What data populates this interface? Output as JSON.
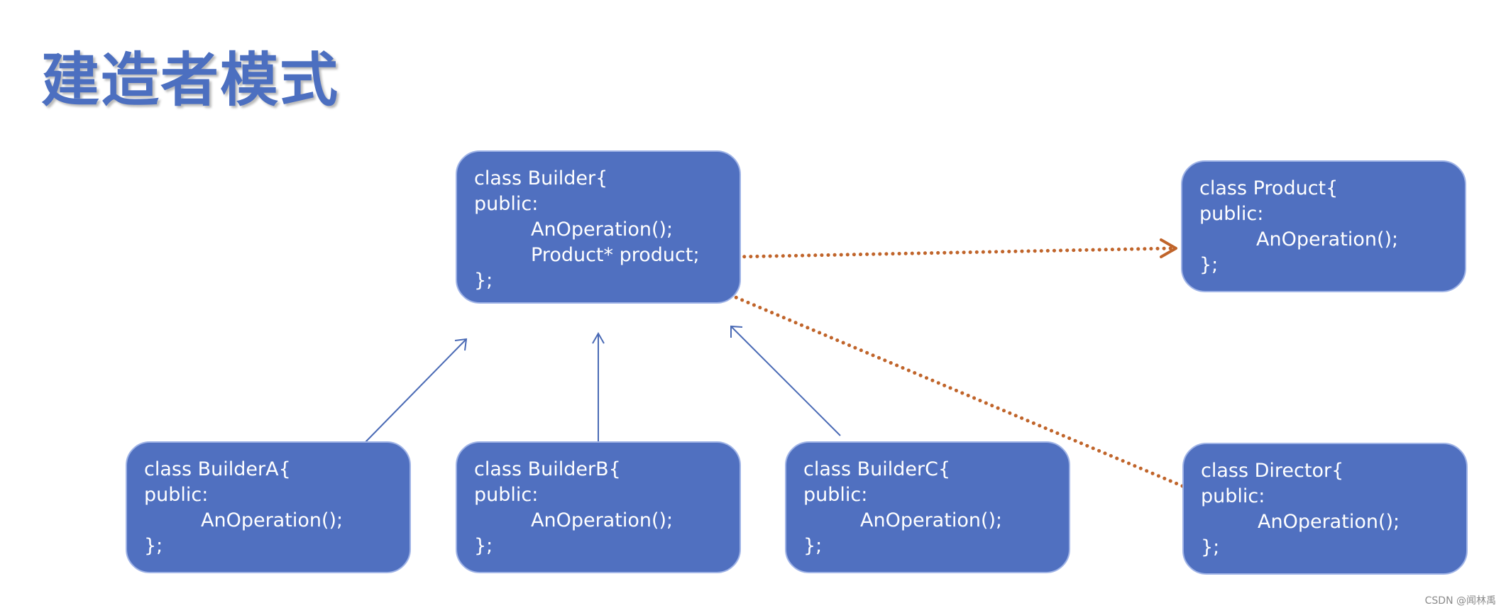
{
  "title": "建造者模式",
  "colors": {
    "box_fill": "#5070c0",
    "box_border": "#9fb3e6",
    "title": "#4c6fc0",
    "inherit_arrow": "#4a6ab5",
    "dotted_arrow": "#c0642a"
  },
  "boxes": {
    "builder": {
      "l1": "class Builder{",
      "l2": "public:",
      "l3": "AnOperation();",
      "l4": "Product* product;",
      "l5": "};"
    },
    "product": {
      "l1": "class Product{",
      "l2": "public:",
      "l3": "AnOperation();",
      "l4": "};"
    },
    "builderA": {
      "l1": "class BuilderA{",
      "l2": "public:",
      "l3": "AnOperation();",
      "l4": "};"
    },
    "builderB": {
      "l1": "class BuilderB{",
      "l2": "public:",
      "l3": "AnOperation();",
      "l4": "};"
    },
    "builderC": {
      "l1": "class BuilderC{",
      "l2": "public:",
      "l3": "AnOperation();",
      "l4": "};"
    },
    "director": {
      "l1": "class Director{",
      "l2": "public:",
      "l3": "AnOperation();",
      "l4": "};"
    }
  },
  "watermark": "CSDN @闻林禹"
}
